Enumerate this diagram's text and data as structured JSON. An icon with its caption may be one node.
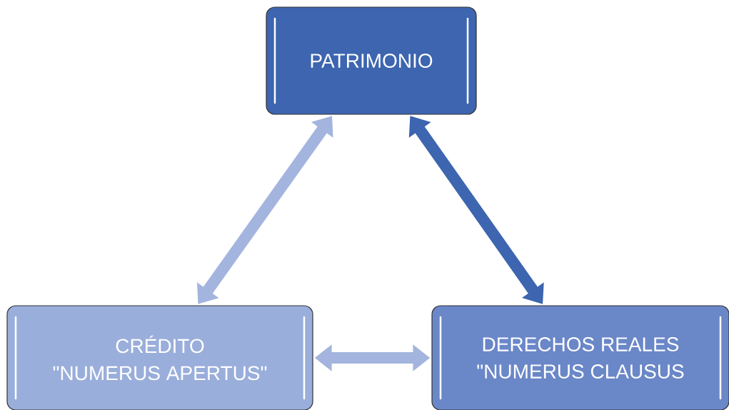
{
  "diagram": {
    "nodes": [
      {
        "text": [
          "PATRIMONIO"
        ]
      },
      {
        "text": [
          "CRÉDITO",
          "\"NUMERUS APERTUS\""
        ]
      },
      {
        "text": [
          "DERECHOS REALES",
          "\"NUMERUS CLAUSUS"
        ]
      }
    ],
    "edges": [
      {
        "from": 0,
        "to": 1,
        "arrow": "both"
      },
      {
        "from": 0,
        "to": 2,
        "arrow": "both",
        "color": "#3d65b0"
      },
      {
        "from": 1,
        "to": 2,
        "arrow": "both"
      }
    ]
  }
}
